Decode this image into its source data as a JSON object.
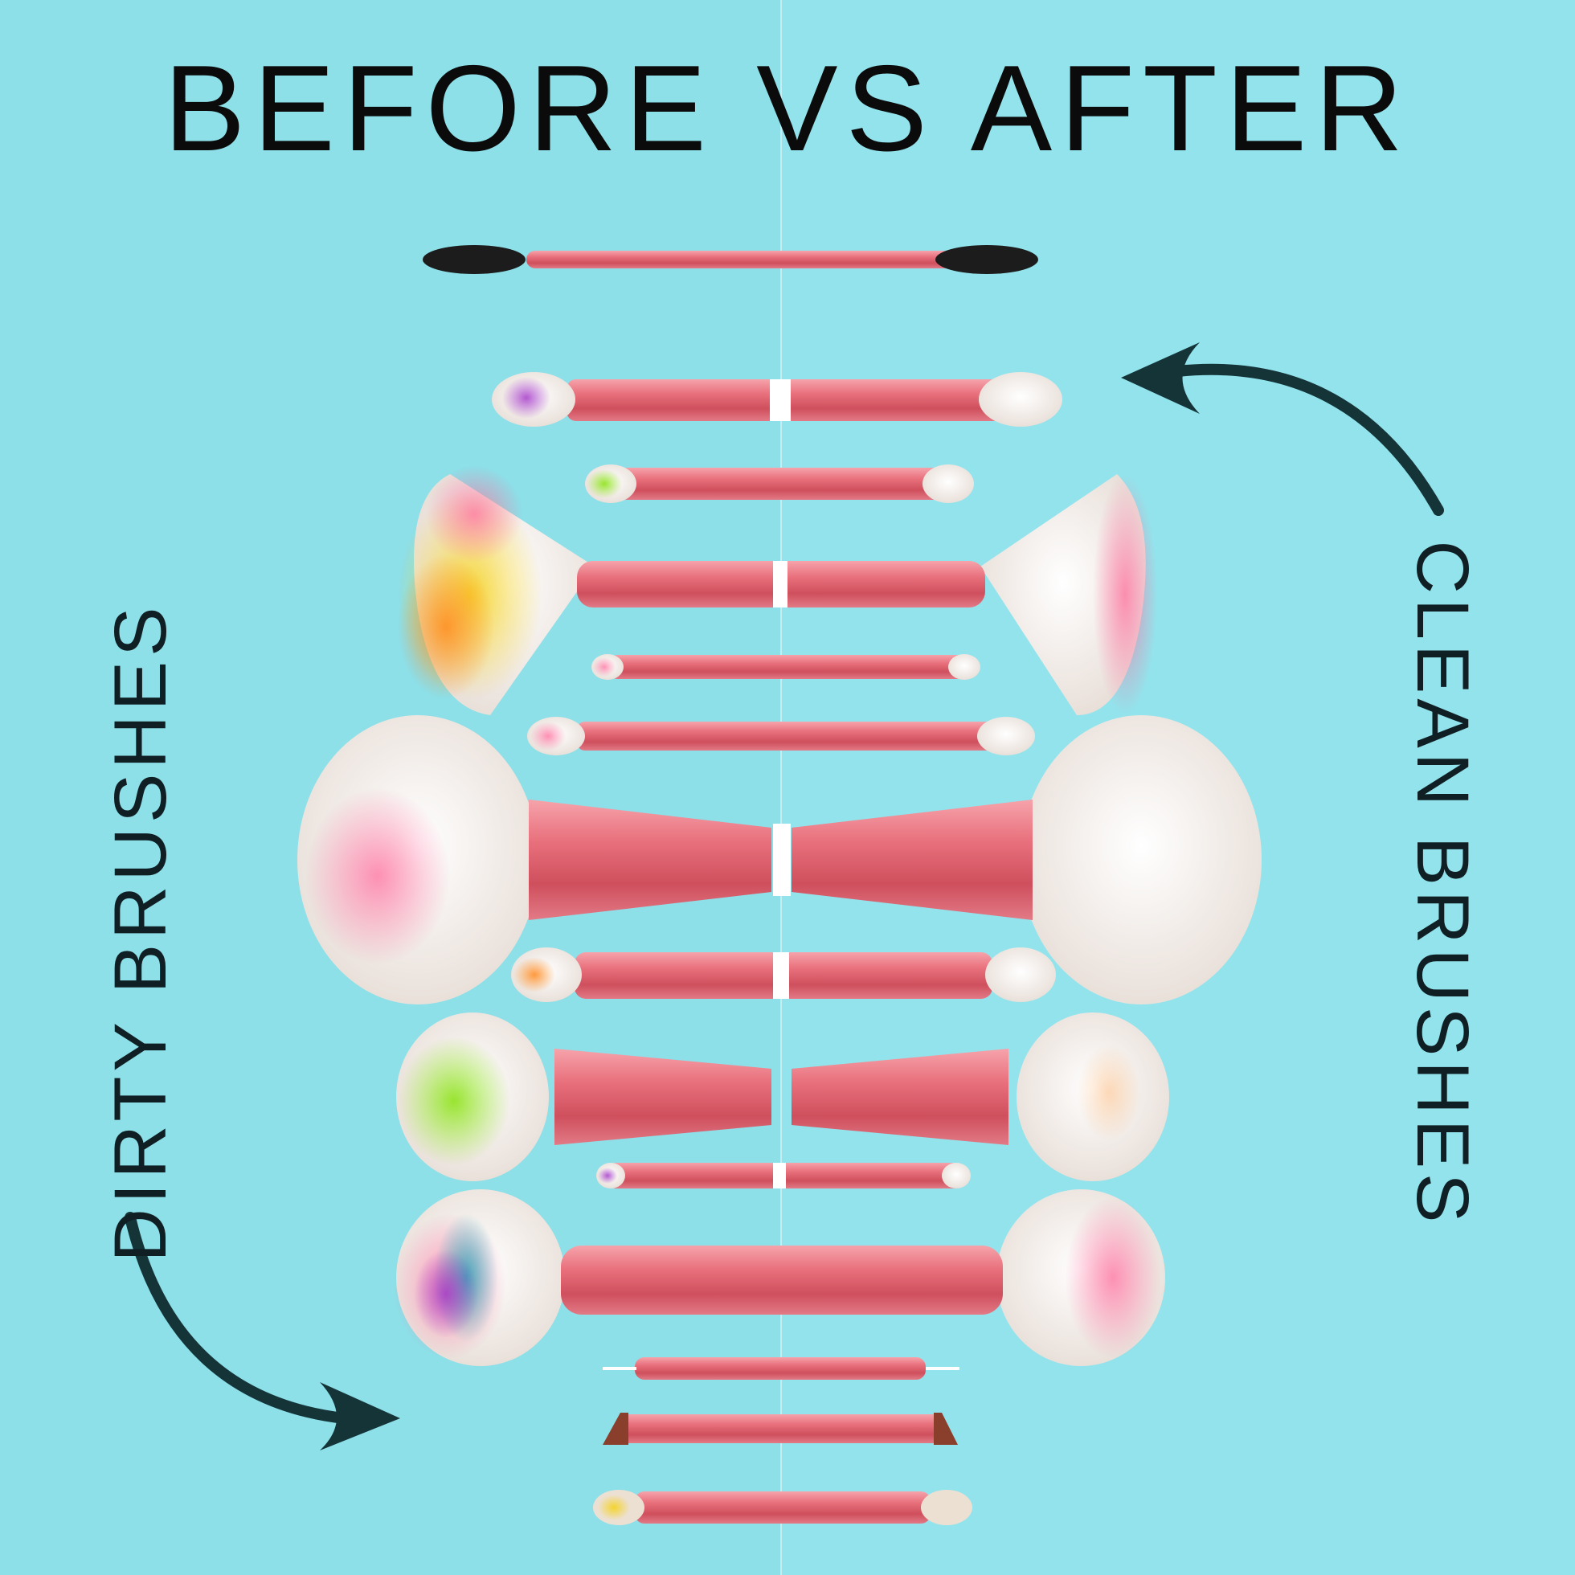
{
  "headline": "BEFORE VS AFTER",
  "labels": {
    "left": "DIRTY BRUSHES",
    "right": "CLEAN BRUSHES"
  },
  "colors": {
    "background": "#8ddfe8",
    "text": "#0b0b0b",
    "arrow": "#143438",
    "handle": "#e8707c",
    "bristle": "#f2ece6"
  },
  "icons": [
    "curved-arrow-icon",
    "curved-arrow-icon"
  ]
}
